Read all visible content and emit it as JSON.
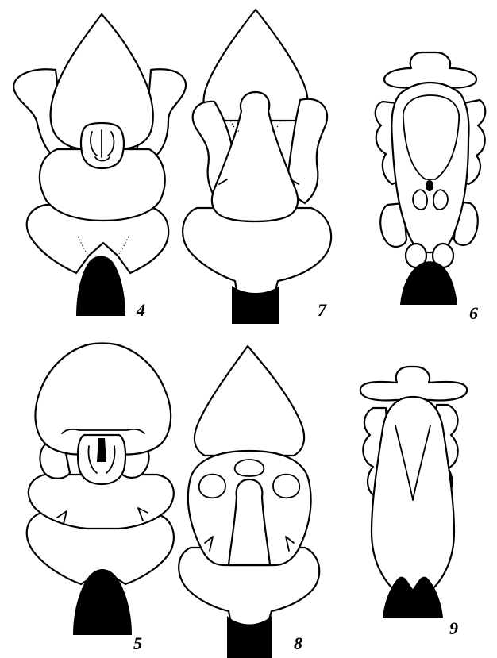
{
  "figures": [
    {
      "id": "fig-4",
      "label": "4"
    },
    {
      "id": "fig-7",
      "label": "7"
    },
    {
      "id": "fig-6",
      "label": "6"
    },
    {
      "id": "fig-5",
      "label": "5"
    },
    {
      "id": "fig-8",
      "label": "8"
    },
    {
      "id": "fig-9",
      "label": "9"
    }
  ],
  "colors": {
    "ink": "#000000",
    "paper": "#ffffff"
  }
}
